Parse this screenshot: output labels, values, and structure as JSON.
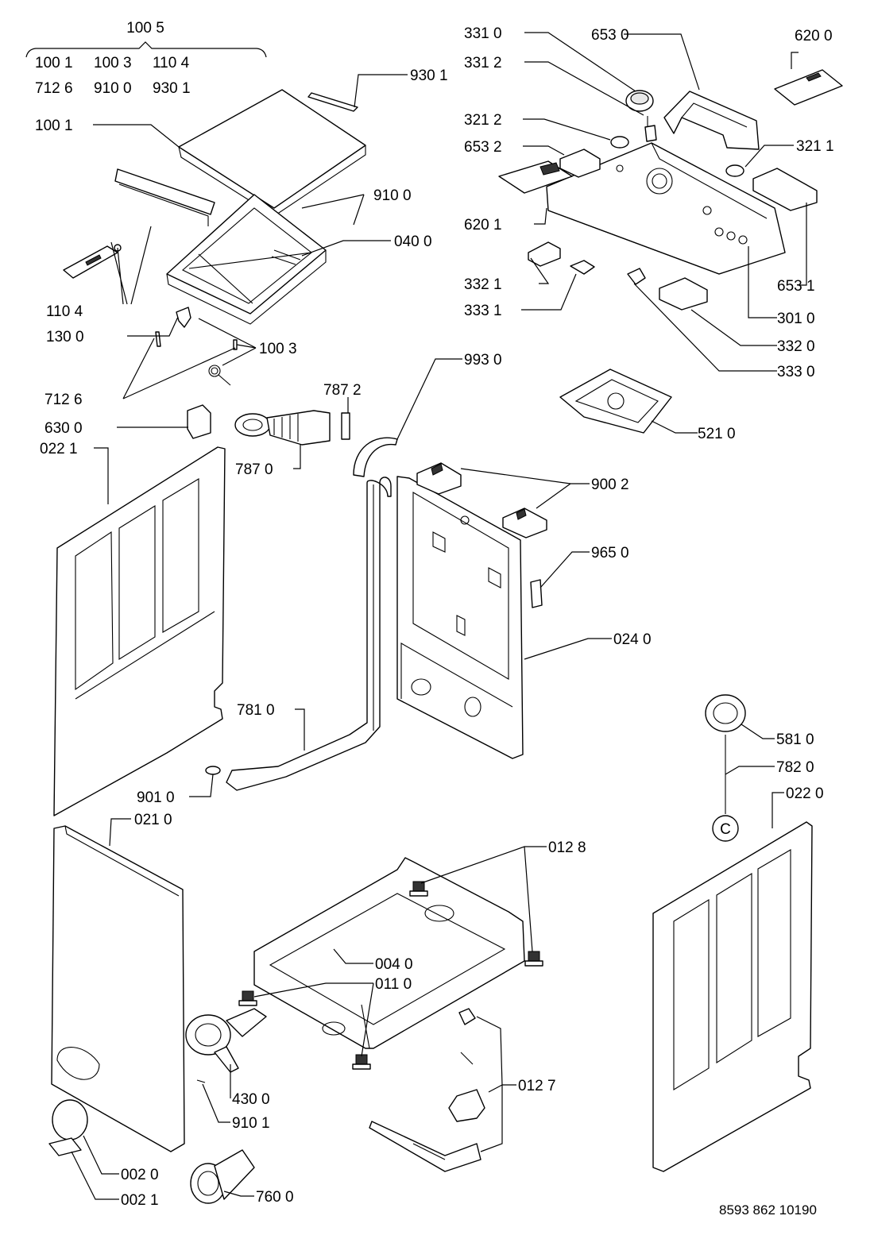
{
  "group_header": "100 5",
  "group_items": {
    "row1": [
      "100 1",
      "100 3",
      "110 4"
    ],
    "row2": [
      "712 6",
      "910 0",
      "930 1"
    ]
  },
  "labels": [
    "930 1",
    "100 1",
    "910 0",
    "040 0",
    "110 4",
    "130 0",
    "100 3",
    "712 6",
    "630 0",
    "787 2",
    "787 0",
    "022 1",
    "331 0",
    "653 0",
    "620 0",
    "331 2",
    "321 2",
    "321 1",
    "653 2",
    "620 1",
    "332 1",
    "333 1",
    "653 1",
    "301 0",
    "332 0",
    "333 0",
    "993 0",
    "521 0",
    "900 2",
    "965 0",
    "024 0",
    "781 0",
    "901 0",
    "581 0",
    "782 0",
    "022 0",
    "021 0",
    "012 8",
    "004 0",
    "011 0",
    "430 0",
    "910 1",
    "012 7",
    "002 0",
    "002 1",
    "760 0"
  ],
  "callout_symbol": "C",
  "document_number": "8593 862 10190"
}
